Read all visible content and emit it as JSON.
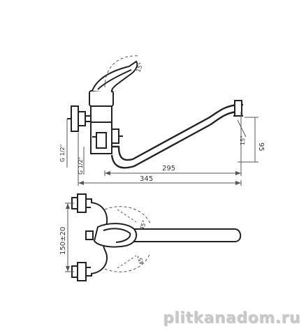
{
  "drawing": {
    "side_view": {
      "dim_length_295": "295",
      "dim_length_345": "345",
      "dim_height_95": "95",
      "dim_angle_top": "15°",
      "dim_angle_right": "15°",
      "thread_label_upper": "G 1/2\"",
      "thread_label_lower": "G 1/2\""
    },
    "top_view": {
      "dim_spacing": "150±20",
      "angle_upper": "45°",
      "angle_lower": "45°"
    }
  },
  "watermark": "plitkanadom.ru",
  "colors": {
    "line": "#222222",
    "dim_line": "#555555"
  }
}
